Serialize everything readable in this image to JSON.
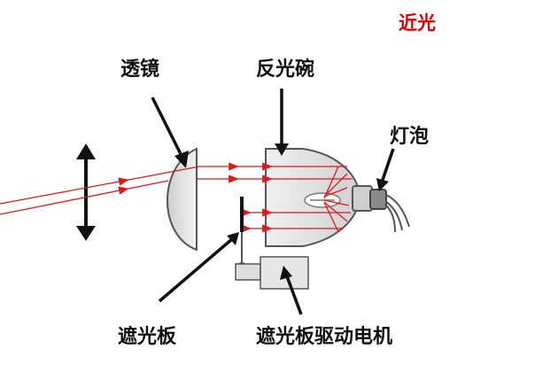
{
  "mode_label": "近光",
  "labels": {
    "lens": "透镜",
    "reflector": "反光碗",
    "bulb": "灯泡",
    "shield": "遮光板",
    "shield_motor": "遮光板驱动电机"
  },
  "colors": {
    "beam": "#e01818",
    "mode_text": "#e00000",
    "label_text": "#111111",
    "part_fill": "#e6e6e6",
    "part_stroke": "#555555"
  }
}
